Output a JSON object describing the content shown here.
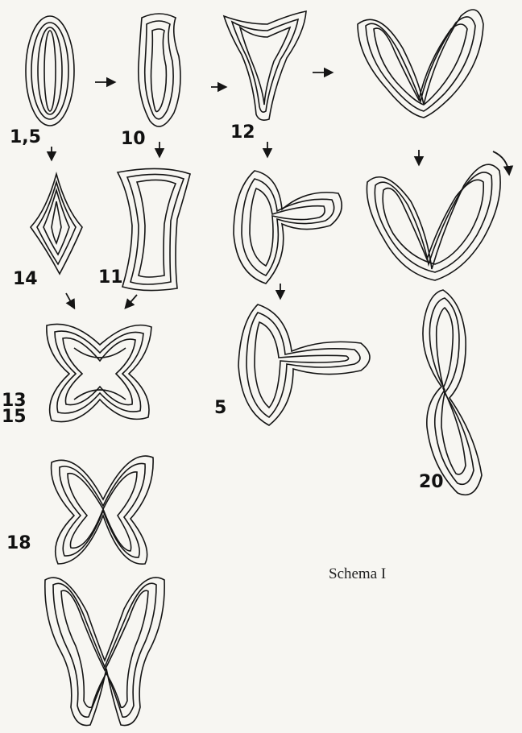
{
  "figure": {
    "caption": "Schema I",
    "labels": {
      "l_1_5": "1,5",
      "l_10": "10",
      "l_12": "12",
      "l_14": "14",
      "l_11": "11",
      "l_13_15_a": "13",
      "l_13_15_b": "15",
      "l_5": "5",
      "l_18": "18",
      "l_20": "20"
    },
    "colors": {
      "ink": "#151515",
      "paper": "#f7f6f2"
    }
  }
}
